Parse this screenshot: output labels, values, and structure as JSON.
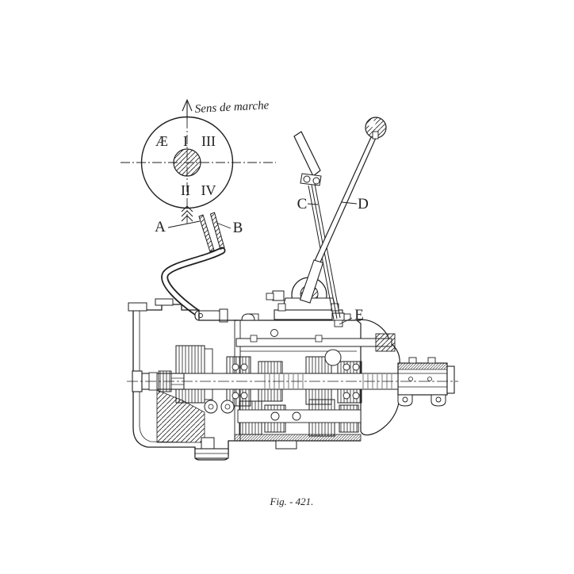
{
  "page": {
    "colors": {
      "ink": "#1f1f1f",
      "paper": "#ffffff"
    }
  },
  "figure": {
    "caption": "Fig. - 421.",
    "shift_pattern": {
      "direction_label": "Sens de marche",
      "reverse": "Æ",
      "first": "I",
      "second": "II",
      "third": "III",
      "fourth": "IV"
    },
    "callouts": {
      "a": "A",
      "b": "B",
      "c": "C",
      "d": "D",
      "e": "E"
    }
  }
}
